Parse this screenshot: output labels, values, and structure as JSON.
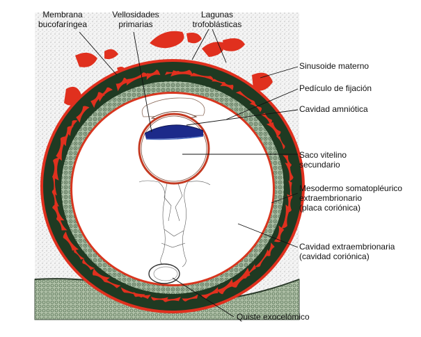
{
  "colors": {
    "cytotrophoblast_dark_green": "#1f3a22",
    "mesoderm_light_green": "#8fa88a",
    "maternal_blood_red": "#e0301e",
    "epiblast_blue": "#1c2a8a",
    "endometrium_stipple": "#9a9a9a"
  },
  "labels": {
    "membrana_bucofaringea": "Membrana\nbucofaríngea",
    "vellosidades_primarias": "Vellosidades\nprimarias",
    "lagunas_trofoblasticas": "Lagunas\ntrofoblásticas",
    "sinusoide_materno": "Sinusoide materno",
    "pediculo_fijacion": "Pedículo de fijación",
    "cavidad_amniotica": "Cavidad amniótica",
    "saco_vitelino": "Saco vitelino\nsecundario",
    "mesodermo": "Mesodermo somatopléurico\nextraembrionario\n(placa coriónica)",
    "cavidad_extraembrionaria": "Cavidad extraembrionaria\n(cavidad coriónica)",
    "quiste_exocelomico": "Quiste exocelómico"
  }
}
